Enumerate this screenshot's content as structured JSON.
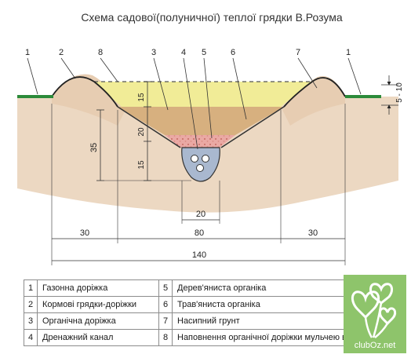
{
  "title": "Схема садової(полуничної) теплої грядки В.Розума",
  "callouts": [
    "1",
    "2",
    "8",
    "3",
    "4",
    "5",
    "6",
    "7",
    "1"
  ],
  "dimensions": {
    "side_depth": "5 - 10",
    "layer_15_top": "15",
    "layer_20": "20",
    "layer_15_bottom": "15",
    "depth_35": "35",
    "channel_20": "20",
    "left_30": "30",
    "center_80": "80",
    "right_30": "30",
    "total_140": "140"
  },
  "legend": [
    {
      "n1": "1",
      "t1": "Газонна доріжка",
      "n2": "5",
      "t2": "Дерев'яниста органіка"
    },
    {
      "n1": "2",
      "t1": "Кормові грядки-доріжки",
      "n2": "6",
      "t2": "Трав'яниста органіка"
    },
    {
      "n1": "3",
      "t1": "Органічна доріжка",
      "n2": "7",
      "t2": "Насипний грунт"
    },
    {
      "n1": "4",
      "t1": "Дренажний канал",
      "n2": "8",
      "t2": "Наповнення органічної доріжки мульчею вище"
    }
  ],
  "watermark": "clubOz.net",
  "colors": {
    "soil": "#ecd8c2",
    "mound": "#e7cdb2",
    "yellow_fill": "#f1ec97",
    "organic_brown": "#d7b07f",
    "wood_pink": "#eaa9a4",
    "drain_blue": "#a9b8cf",
    "grass": "#2c8a3a",
    "watermark_bg": "#8ec46b"
  }
}
